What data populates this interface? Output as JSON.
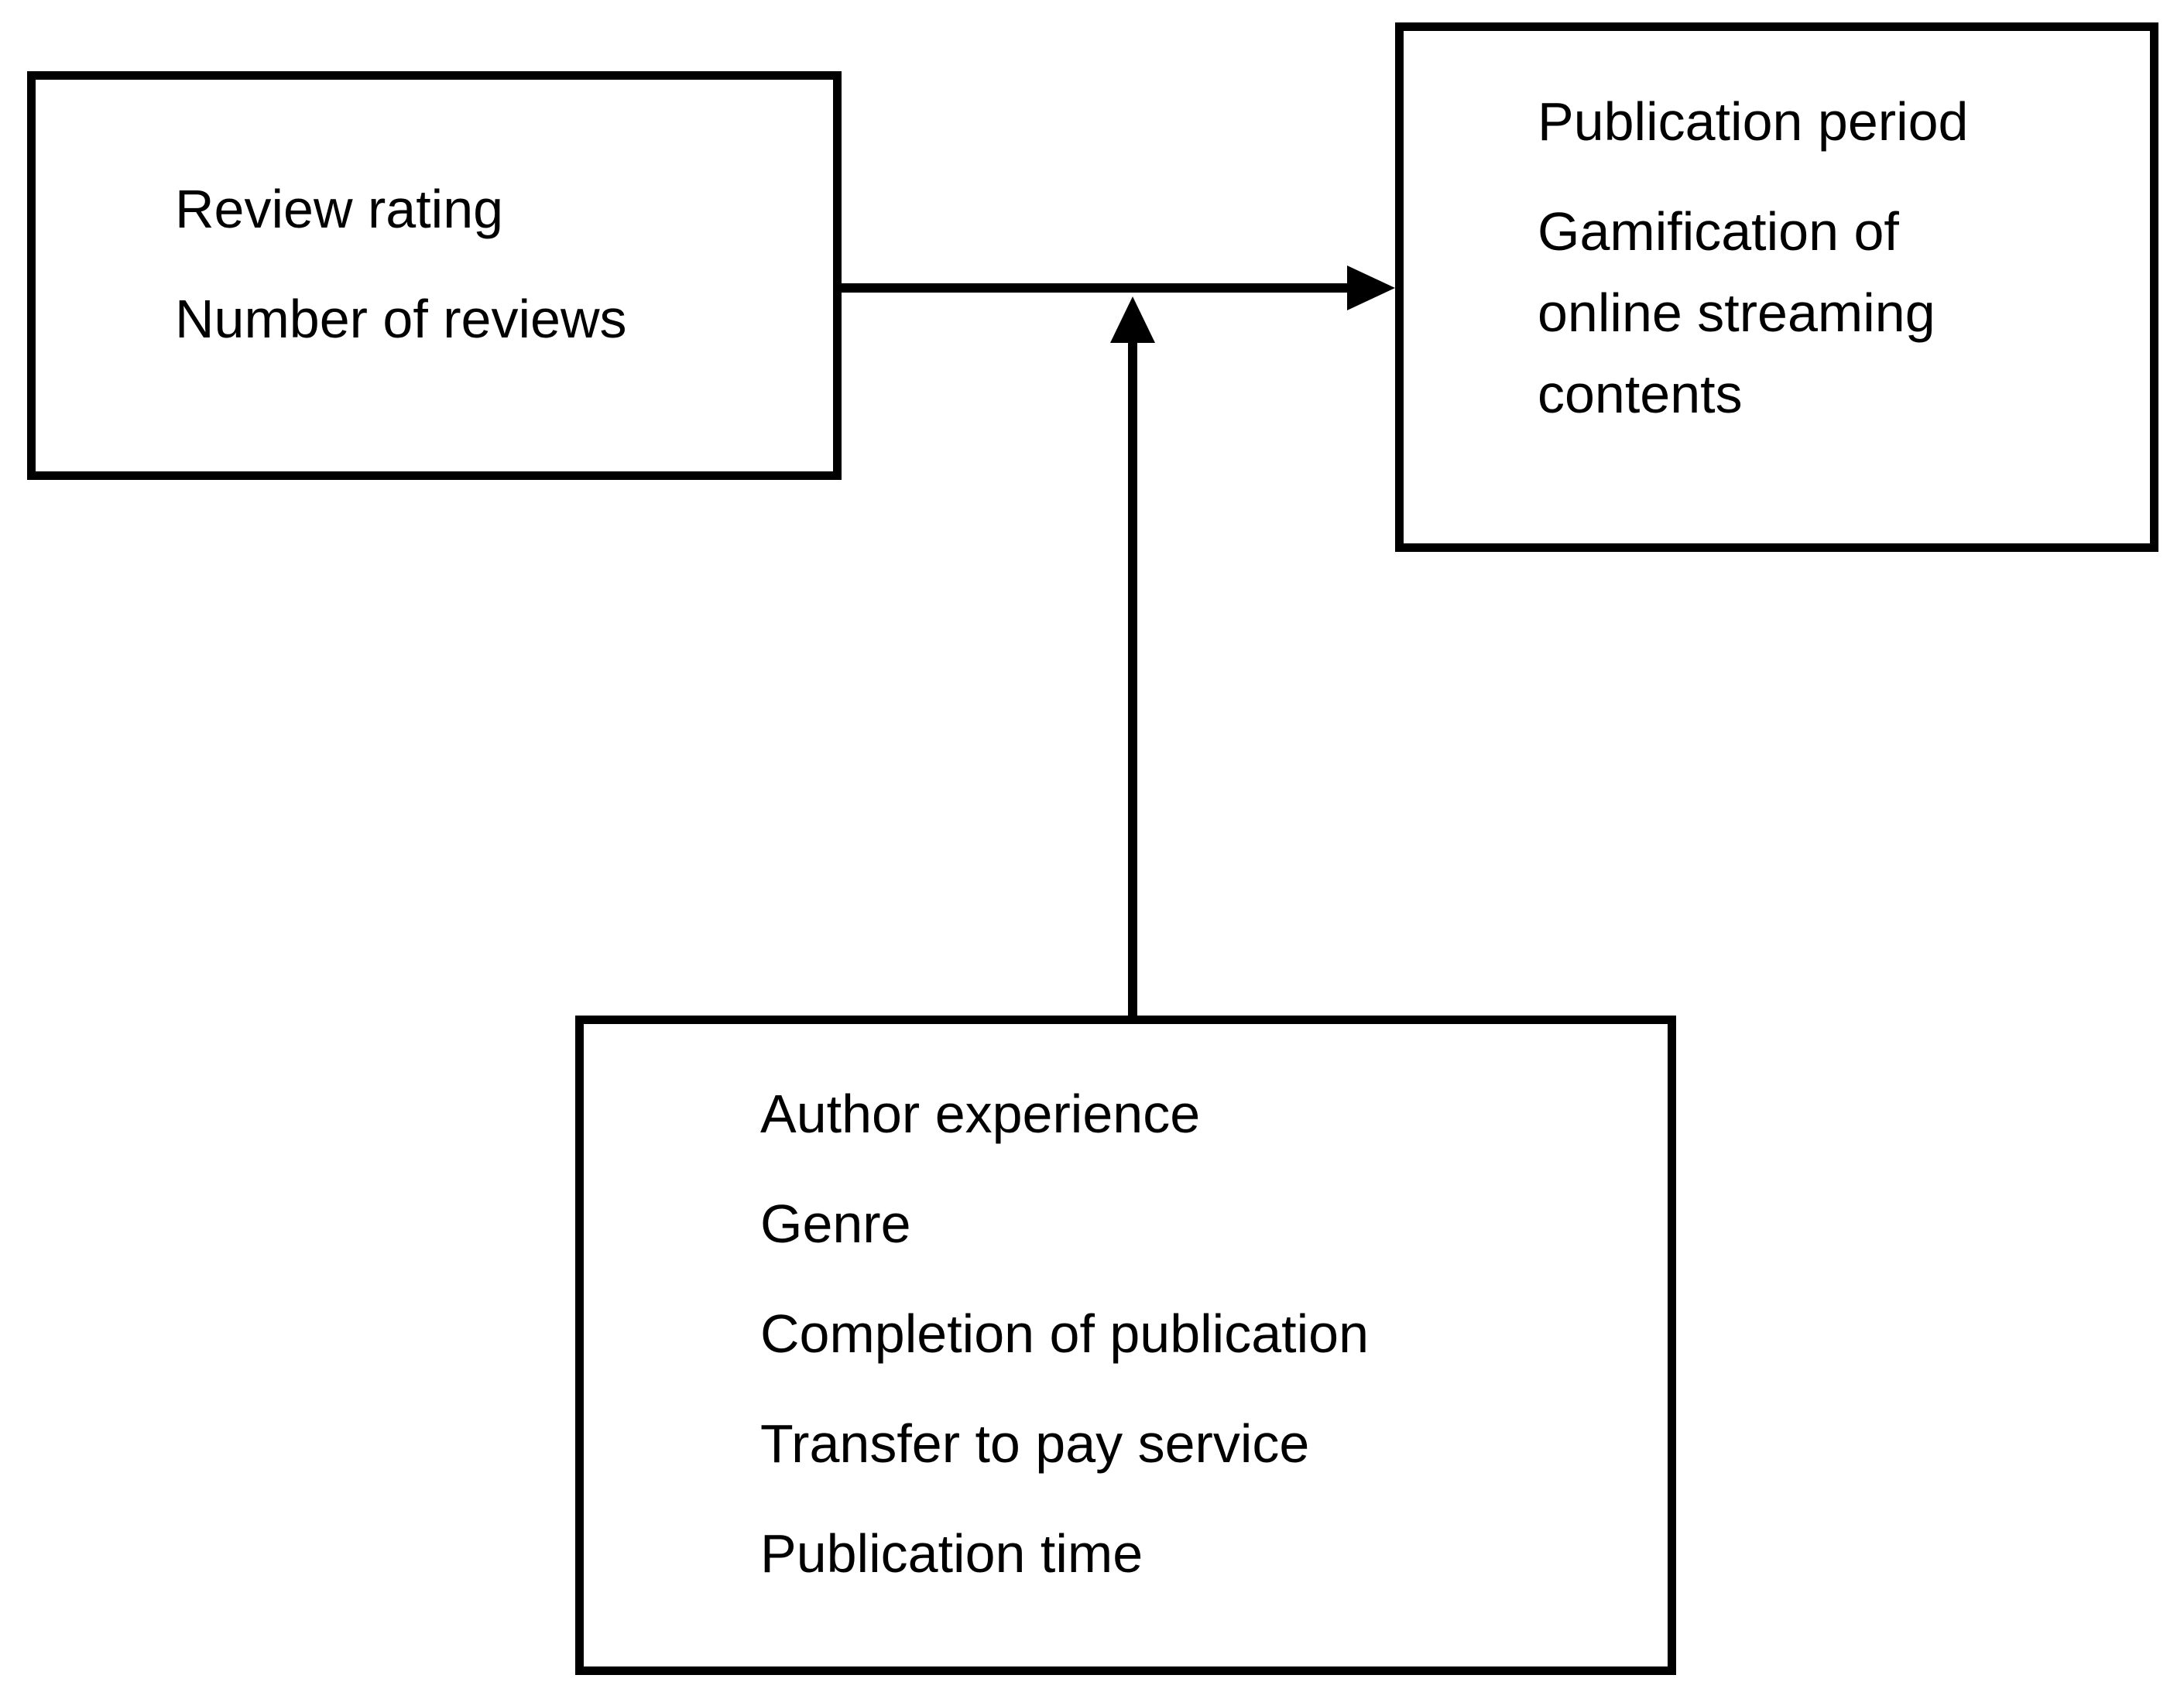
{
  "colors": {
    "background": "#ffffff",
    "box_border": "#000000",
    "text": "#000000",
    "arrow": "#000000"
  },
  "boxes": {
    "left_box": {
      "lines": [
        "Review rating",
        "Number of reviews"
      ]
    },
    "right_box": {
      "lines": [
        "Publication period",
        "Gamification of online streaming contents"
      ]
    },
    "bottom_box": {
      "lines": [
        "Author experience",
        "Genre",
        "Completion of publication",
        "Transfer to pay service",
        "Publication time"
      ]
    }
  }
}
